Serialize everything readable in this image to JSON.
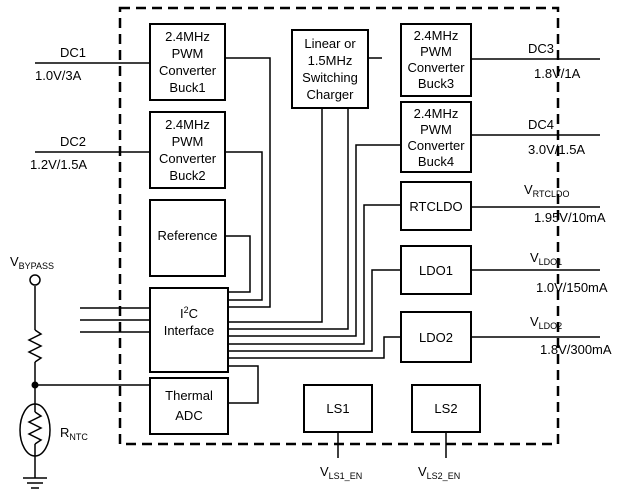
{
  "blocks": {
    "buck1": [
      "2.4MHz",
      "PWM",
      "Converter",
      "Buck1"
    ],
    "buck2": [
      "2.4MHz",
      "PWM",
      "Converter",
      "Buck2"
    ],
    "buck3": [
      "2.4MHz",
      "PWM",
      "Converter",
      "Buck3"
    ],
    "buck4": [
      "2.4MHz",
      "PWM",
      "Converter",
      "Buck4"
    ],
    "charger": [
      "Linear or",
      "1.5MHz",
      "Switching",
      "Charger"
    ],
    "reference": "Reference",
    "i2c": {
      "pre": "I",
      "sup": "2",
      "post": "C",
      "line2": "Interface"
    },
    "thermal_adc": [
      "Thermal",
      "ADC"
    ],
    "rtcldo": "RTCLDO",
    "ldo1": "LDO1",
    "ldo2": "LDO2",
    "ls1": "LS1",
    "ls2": "LS2"
  },
  "signals": {
    "dc1": {
      "name": "DC1",
      "value": "1.0V/3A"
    },
    "dc2": {
      "name": "DC2",
      "value": "1.2V/1.5A"
    },
    "dc3": {
      "name": "DC3",
      "value": "1.8V/1A"
    },
    "dc4": {
      "name": "DC4",
      "value": "3.0V/1.5A"
    },
    "rtcldo": {
      "main": "V",
      "sub": "RTCLDO",
      "value": "1.95V/10mA"
    },
    "ldo1": {
      "main": "V",
      "sub": "LDO1",
      "value": "1.0V/150mA"
    },
    "ldo2": {
      "main": "V",
      "sub": "LDO2",
      "value": "1.8V/300mA"
    },
    "vbypass": {
      "main": "V",
      "sub": "BYPASS"
    },
    "rntc": {
      "main": "R",
      "sub": "NTC"
    },
    "vls1": {
      "main": "V",
      "sub": "LS1_EN"
    },
    "vls2": {
      "main": "V",
      "sub": "LS2_EN"
    }
  }
}
